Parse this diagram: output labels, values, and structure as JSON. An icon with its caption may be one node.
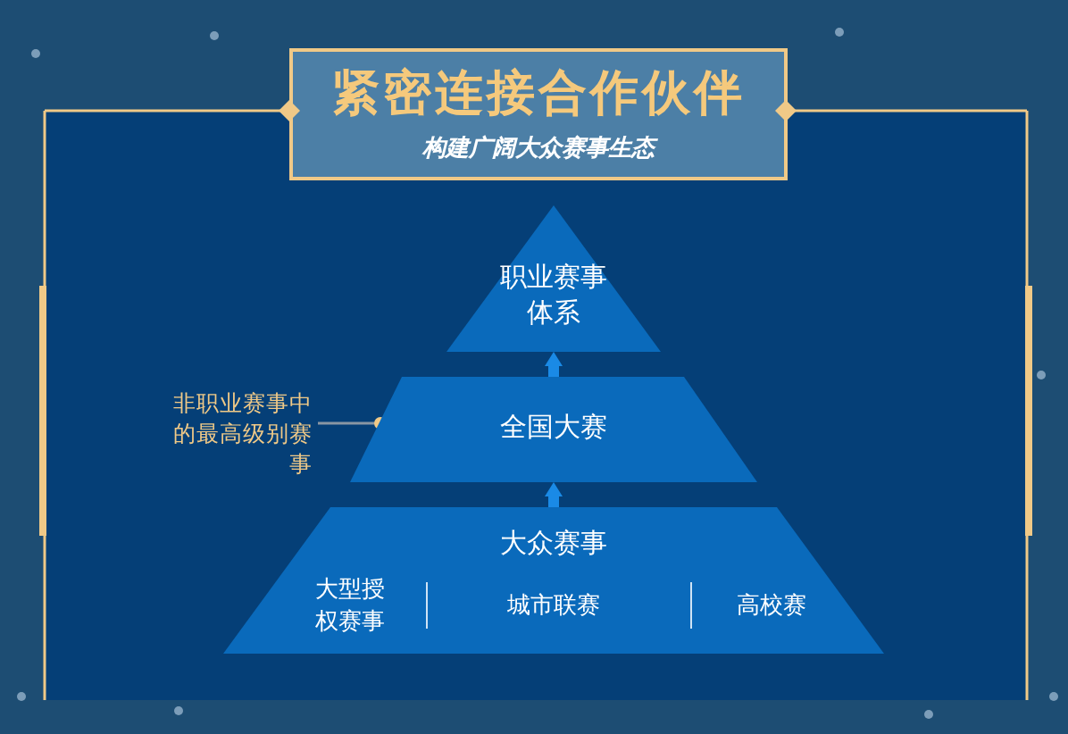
{
  "diagram": {
    "title": "紧密连接合作伙伴",
    "nodes": [
      {
        "text": [
          "职业赛事体系"
        ]
      },
      {
        "text": [
          "非职业赛事中的最高级别赛事"
        ]
      },
      {
        "text": [
          "全国大赛"
        ]
      },
      {
        "text": [
          "大众赛事",
          "大型授权赛事",
          "城市联赛",
          "高校赛"
        ]
      }
    ],
    "edges": [
      {
        "from": 1,
        "to": 2,
        "arrow": "other",
        "color": "#8a96a3"
      },
      {
        "from": 3,
        "to": 2,
        "arrow": "to"
      },
      {
        "from": 2,
        "to": 0,
        "arrow": "to"
      }
    ],
    "labels": [
      "构建广阔大众赛事生态"
    ]
  }
}
